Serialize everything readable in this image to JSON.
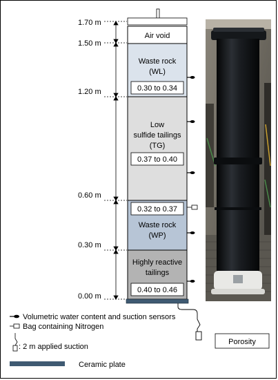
{
  "levels": [
    {
      "id": "1.70",
      "label": "1.70 m"
    },
    {
      "id": "1.50",
      "label": "1.50 m"
    },
    {
      "id": "1.20",
      "label": "1.20 m"
    },
    {
      "id": "0.60",
      "label": "0.60 m"
    },
    {
      "id": "0.30",
      "label": "0.30 m"
    },
    {
      "id": "0.00",
      "label": "0.00 m"
    }
  ],
  "layers": [
    {
      "id": "air-void",
      "lines": [
        "Air void"
      ],
      "porosity": "",
      "color": "#ffffff"
    },
    {
      "id": "waste-rock-wl",
      "lines": [
        "Waste rock",
        "(WL)"
      ],
      "porosity": "0.30 to 0.34",
      "color": "#dbe3ec"
    },
    {
      "id": "tailings-tg",
      "lines": [
        "Low",
        "sulfide tailings",
        "(TG)"
      ],
      "porosity": "0.37 to 0.40",
      "color": "#dedede"
    },
    {
      "id": "waste-rock-wp",
      "lines": [
        "Waste rock",
        "(WP)"
      ],
      "porosity": "0.32 to 0.37",
      "color": "#b7c5d6"
    },
    {
      "id": "reactive-tailings",
      "lines": [
        "Highly reactive",
        "tailings"
      ],
      "porosity": "0.40 to 0.46",
      "color": "#b3b3b3"
    }
  ],
  "legend": {
    "sensors": "Volumetric water content and suction sensors",
    "nitrogen": "Bag containing Nitrogen",
    "suction": ": 2 m applied suction",
    "plate": "Ceramic plate",
    "porosity": "Porosity"
  },
  "colors": {
    "plate": "#3f5a72",
    "column_dark": "#111418",
    "photo_bg": "#6f6a60"
  }
}
